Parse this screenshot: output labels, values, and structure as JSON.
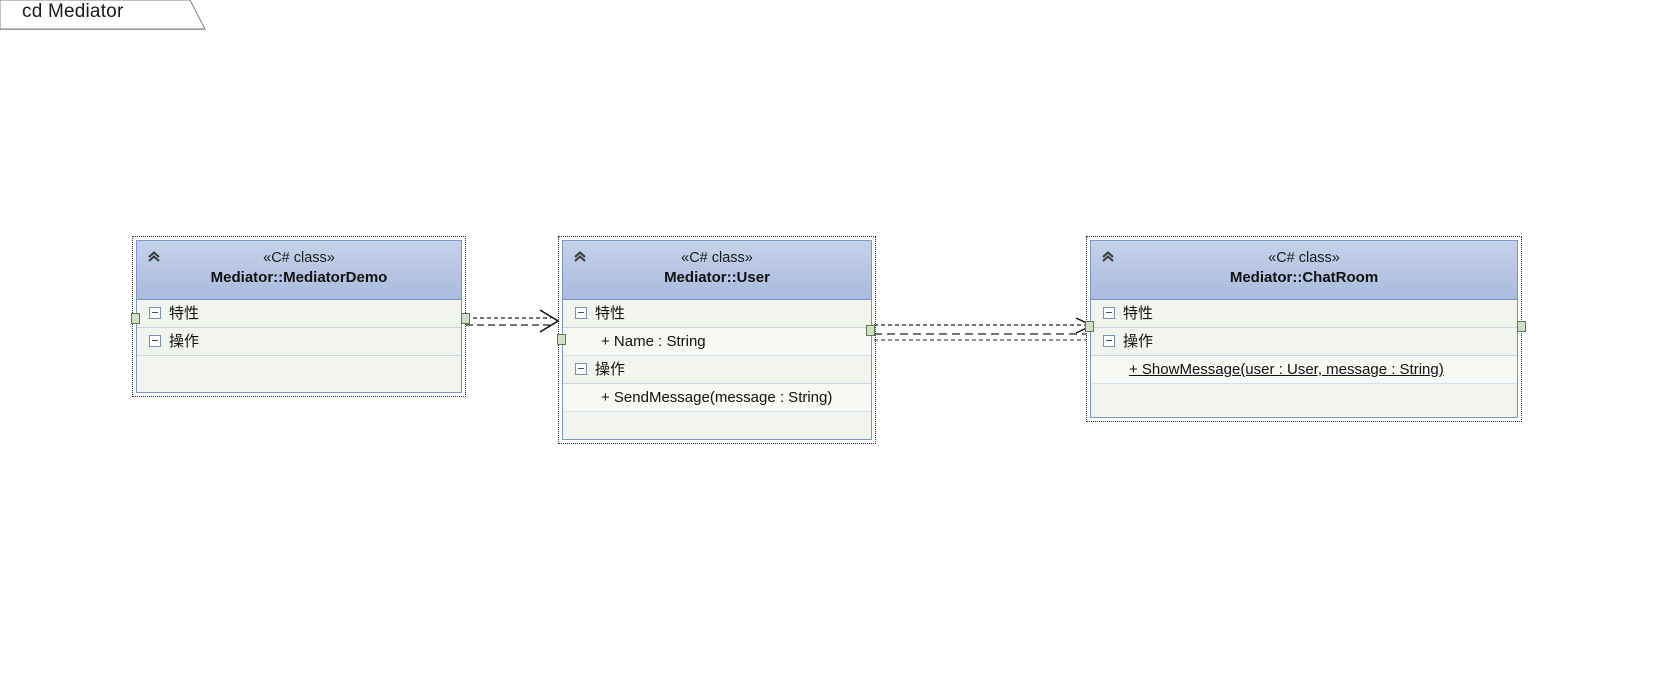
{
  "diagram": {
    "tab_label": "cd Mediator",
    "type": "uml-class-diagram",
    "background": "#ffffff",
    "colors": {
      "header_gradient_top": "#c6d2ea",
      "header_gradient_bottom": "#aabbdf",
      "border": "#7a97c9",
      "compartment_bg": "#f2f5ee",
      "member_bg": "#f7f9f4",
      "handle_fill": "#cfe0c4",
      "handle_border": "#5f7a52",
      "connector": "#222222"
    },
    "classes": [
      {
        "id": "mediator-demo",
        "stereotype": "«C# class»",
        "name": "Mediator::MediatorDemo",
        "selected": true,
        "compartments": [
          {
            "label": "特性",
            "members": []
          },
          {
            "label": "操作",
            "members": []
          }
        ]
      },
      {
        "id": "user",
        "stereotype": "«C# class»",
        "name": "Mediator::User",
        "selected": true,
        "compartments": [
          {
            "label": "特性",
            "members": [
              {
                "text": "+ Name : String",
                "static": false
              }
            ]
          },
          {
            "label": "操作",
            "members": [
              {
                "text": "+ SendMessage(message : String)",
                "static": false
              }
            ]
          }
        ]
      },
      {
        "id": "chatroom",
        "stereotype": "«C# class»",
        "name": "Mediator::ChatRoom",
        "selected": true,
        "compartments": [
          {
            "label": "特性",
            "members": []
          },
          {
            "label": "操作",
            "members": [
              {
                "text": "+ ShowMessage(user : User, message : String)",
                "static": true
              }
            ]
          }
        ]
      }
    ],
    "connectors": [
      {
        "id": "demo-to-user",
        "kind": "dependency",
        "style": "dashed",
        "arrow": "open",
        "from": "mediator-demo",
        "to": "user",
        "label": ""
      },
      {
        "id": "user-to-chatroom-a",
        "kind": "dependency",
        "style": "dashed",
        "arrow": "open",
        "from": "user",
        "to": "chatroom",
        "label": ""
      },
      {
        "id": "user-to-chatroom-b",
        "kind": "dependency",
        "style": "dashed",
        "arrow": "open",
        "from": "user",
        "to": "chatroom",
        "label": ""
      }
    ]
  }
}
